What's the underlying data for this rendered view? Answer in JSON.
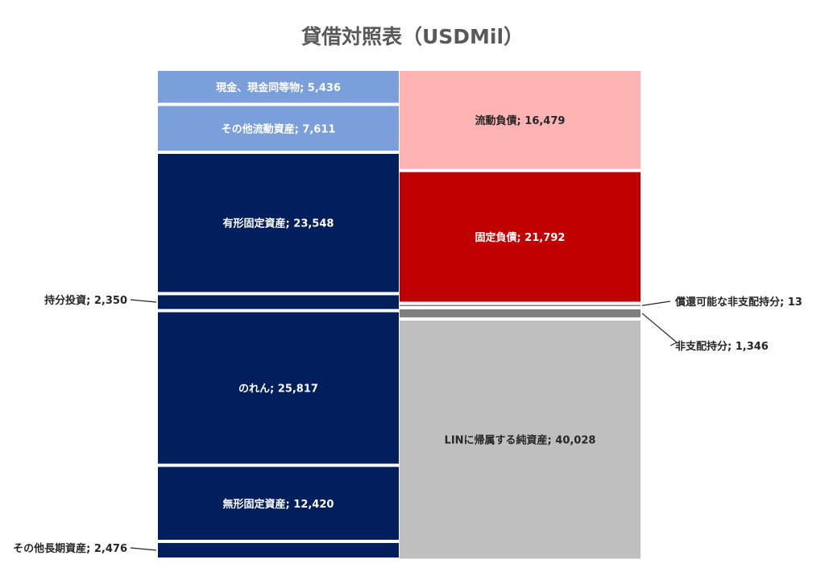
{
  "chart_data": {
    "type": "marimekko",
    "title": "貸借対照表（USDMil）",
    "columns": [
      {
        "name": "assets",
        "segments": [
          {
            "label": "現金、現金同等物",
            "value": 5436,
            "display": "5,436",
            "color": "#7b9fdb",
            "label_inside": true
          },
          {
            "label": "その他流動資産",
            "value": 7611,
            "display": "7,611",
            "color": "#7b9fdb",
            "label_inside": true
          },
          {
            "label": "有形固定資産",
            "value": 23548,
            "display": "23,548",
            "color": "#001f5c",
            "label_inside": true
          },
          {
            "label": "持分投資",
            "value": 2350,
            "display": "2,350",
            "color": "#001f5c",
            "label_inside": false,
            "callout_side": "left"
          },
          {
            "label": "のれん",
            "value": 25817,
            "display": "25,817",
            "color": "#001f5c",
            "label_inside": true
          },
          {
            "label": "無形固定資産",
            "value": 12420,
            "display": "12,420",
            "color": "#001f5c",
            "label_inside": true
          },
          {
            "label": "その他長期資産",
            "value": 2476,
            "display": "2,476",
            "color": "#001f5c",
            "label_inside": false,
            "callout_side": "left"
          }
        ]
      },
      {
        "name": "liabilities_equity",
        "segments": [
          {
            "label": "流動負債",
            "value": 16479,
            "display": "16,479",
            "color": "#ffb3b3",
            "label_inside": true,
            "text_color": "#262626"
          },
          {
            "label": "固定負債",
            "value": 21792,
            "display": "21,792",
            "color": "#c00000",
            "label_inside": true
          },
          {
            "label": "償還可能な非支配持分",
            "value": 13,
            "display": "13",
            "color": "#7f7f7f",
            "label_inside": false,
            "callout_side": "right"
          },
          {
            "label": "非支配持分",
            "value": 1346,
            "display": "1,346",
            "color": "#7f7f7f",
            "label_inside": false,
            "callout_side": "right"
          },
          {
            "label": "LINに帰属する純資産",
            "value": 40028,
            "display": "40,028",
            "color": "#bfbfbf",
            "label_inside": true,
            "text_color": "#262626"
          }
        ]
      }
    ]
  }
}
